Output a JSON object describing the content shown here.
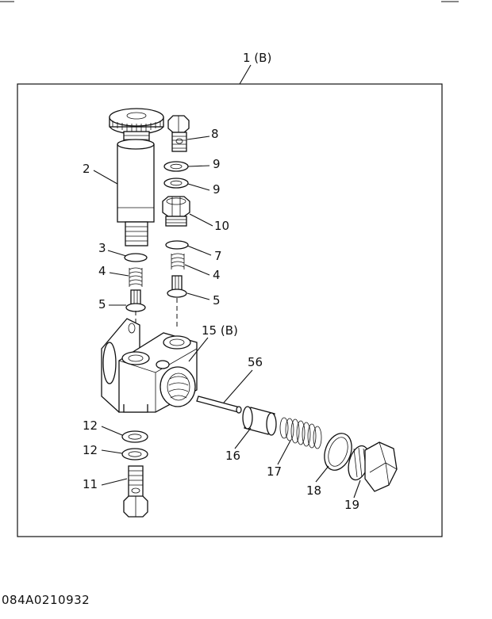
{
  "diagram": {
    "assembly_label": "1 (B)",
    "drawing_code": "084A0210932",
    "callouts": {
      "p2": "2",
      "p3": "3",
      "p4a": "4",
      "p4b": "4",
      "p5a": "5",
      "p5b": "5",
      "p7": "7",
      "p8": "8",
      "p9a": "9",
      "p9b": "9",
      "p10": "10",
      "p11": "11",
      "p12a": "12",
      "p12b": "12",
      "p15": "15 (B)",
      "p16": "16",
      "p17": "17",
      "p18": "18",
      "p19": "19",
      "p56": "56"
    }
  }
}
